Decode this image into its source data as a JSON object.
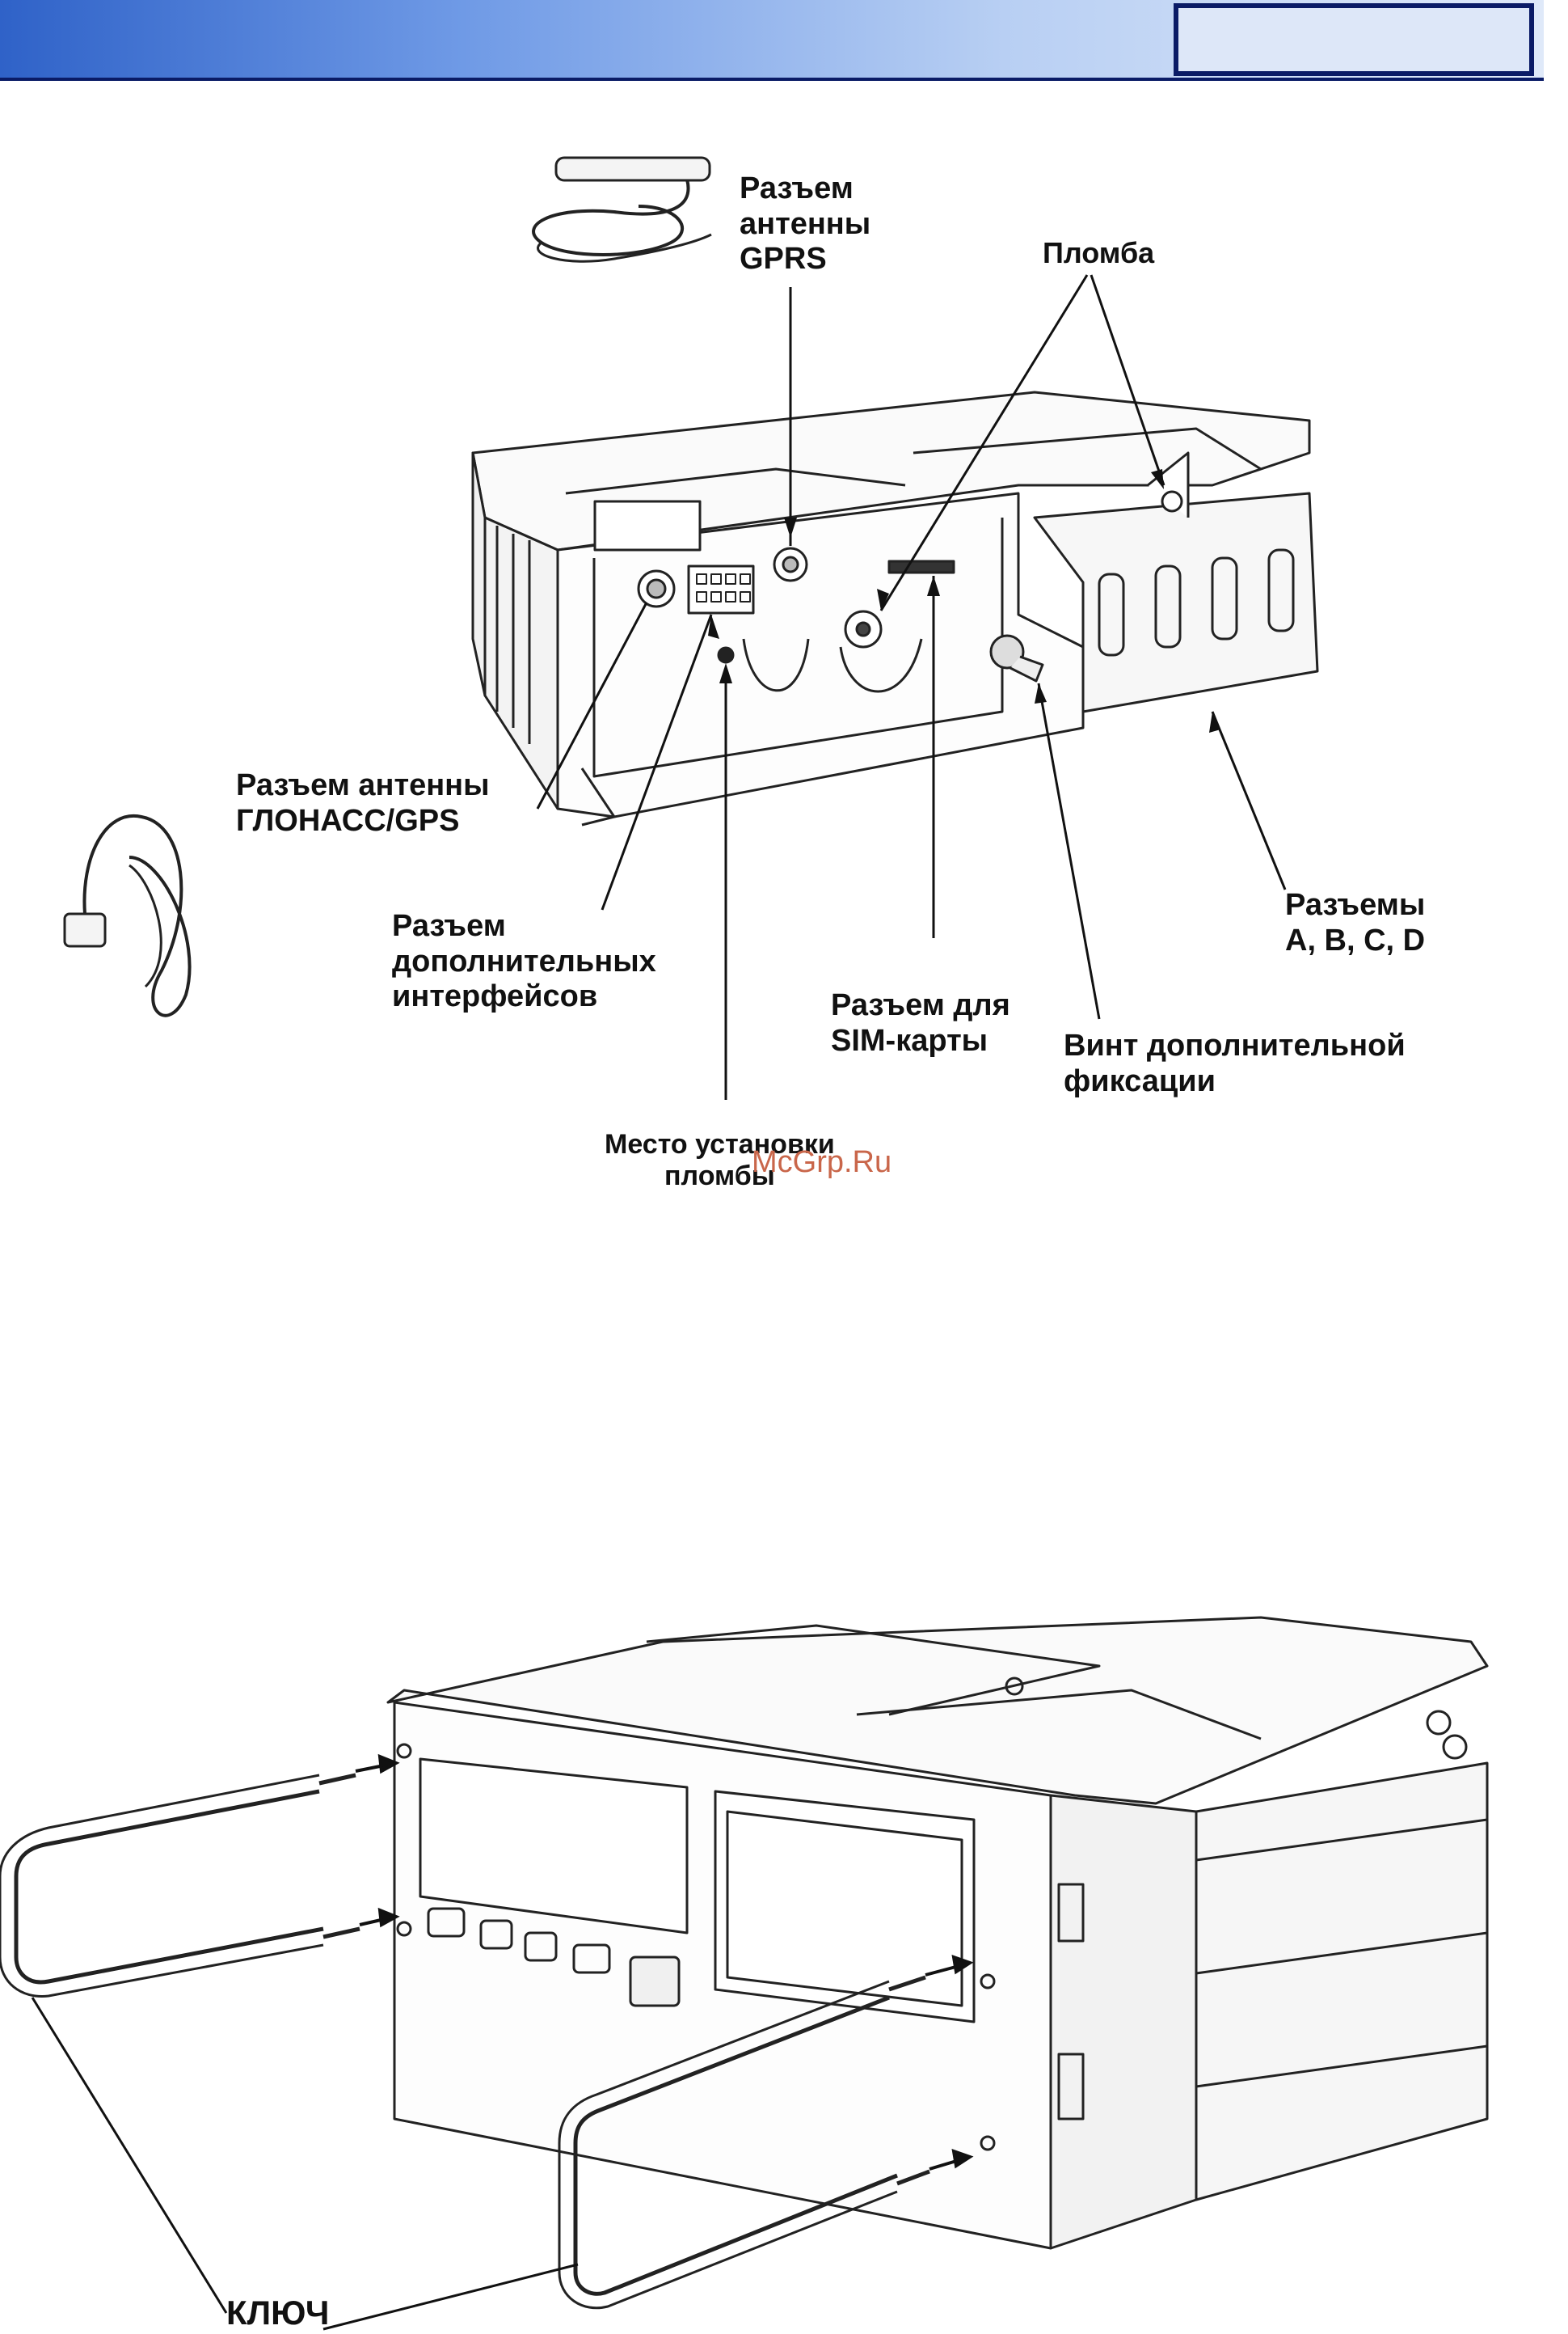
{
  "labels": {
    "gprs_connector": "Разъем\nантенны\nGPRS",
    "seal_top": "Пломба",
    "glonass_connector": "Разъем антенны\nГЛОНАСС/GPS",
    "extra_interfaces": "Разъем\nдополнительных\nинтерфейсов",
    "sim_connector": "Разъем для\nSIM-карты",
    "extra_screw": "Винт дополнительной\nфиксации",
    "connectors_abcd": "Разъемы\nA, B, C, D",
    "seal_place": "Место установки\nпломбы",
    "key": "КЛЮЧ"
  },
  "watermark": "McGrp.Ru",
  "colors": {
    "header_dark": "#0a1b66",
    "header_light": "#dfe9f9",
    "line": "#111111",
    "watermark": "#c9664a"
  }
}
